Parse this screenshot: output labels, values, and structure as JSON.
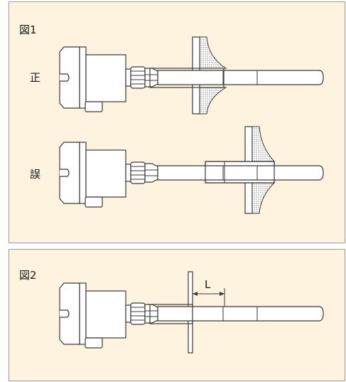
{
  "figure1": {
    "title": "図1",
    "correct_label": "正",
    "wrong_label": "誤"
  },
  "figure2": {
    "title": "図2",
    "dimension_label": "L"
  },
  "colors": {
    "panel_background": "#fdf3df",
    "panel_border": "#9a9a9a",
    "line": "#3a3a3a",
    "stipple": "#555555"
  }
}
